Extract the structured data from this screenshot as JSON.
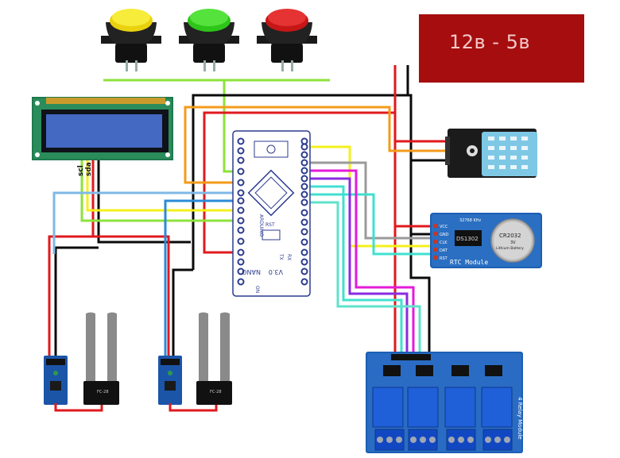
{
  "power_supply": {
    "label": "12в - 5в",
    "color": "#a50d0f"
  },
  "buttons": [
    {
      "name": "yellow-button",
      "color": "#f2e018"
    },
    {
      "name": "green-button",
      "color": "#31d21b"
    },
    {
      "name": "red-button",
      "color": "#d81f1f"
    }
  ],
  "lcd": {
    "pin_scl": "scl",
    "pin_sda": "sda"
  },
  "arduino": {
    "label_main": "ARDUINO",
    "label_model": "NANO",
    "label_version": "V3.0",
    "label_rst": "RST",
    "label_rx": "RX",
    "label_tx": "TX",
    "label_on": "ON"
  },
  "rtc": {
    "crystal": "32768 KHz",
    "chip": "DS1302",
    "battery": "CR2032",
    "battery_volt": "3V",
    "battery_type": "Lithium Battery",
    "title": "RTC Module",
    "pins": [
      "VCC",
      "GND",
      "CLK",
      "DAT",
      "RST"
    ]
  },
  "relay": {
    "title": "4 Relay Module"
  },
  "soil_sensors": [
    {
      "name": "soil-sensor-left",
      "board_label": "FC-28"
    },
    {
      "name": "soil-sensor-right",
      "board_label": "FC-28"
    }
  ],
  "wire_colors": {
    "red": "#e0191d",
    "black": "#0a0a0a",
    "orange": "#f39b1b",
    "yellow": "#f4f01c",
    "green": "#8ee23a",
    "gray": "#9a9a9a",
    "magenta": "#e51ad9",
    "purple": "#8a2be2",
    "cyan": "#40e0d0",
    "light_blue": "#7fb8e6",
    "blue": "#2a8bd8"
  }
}
